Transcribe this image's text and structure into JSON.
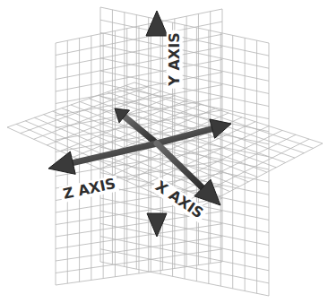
{
  "diagram": {
    "labels": [
      "Y AXIS",
      "Z AXIS",
      "X AXIS"
    ]
  }
}
